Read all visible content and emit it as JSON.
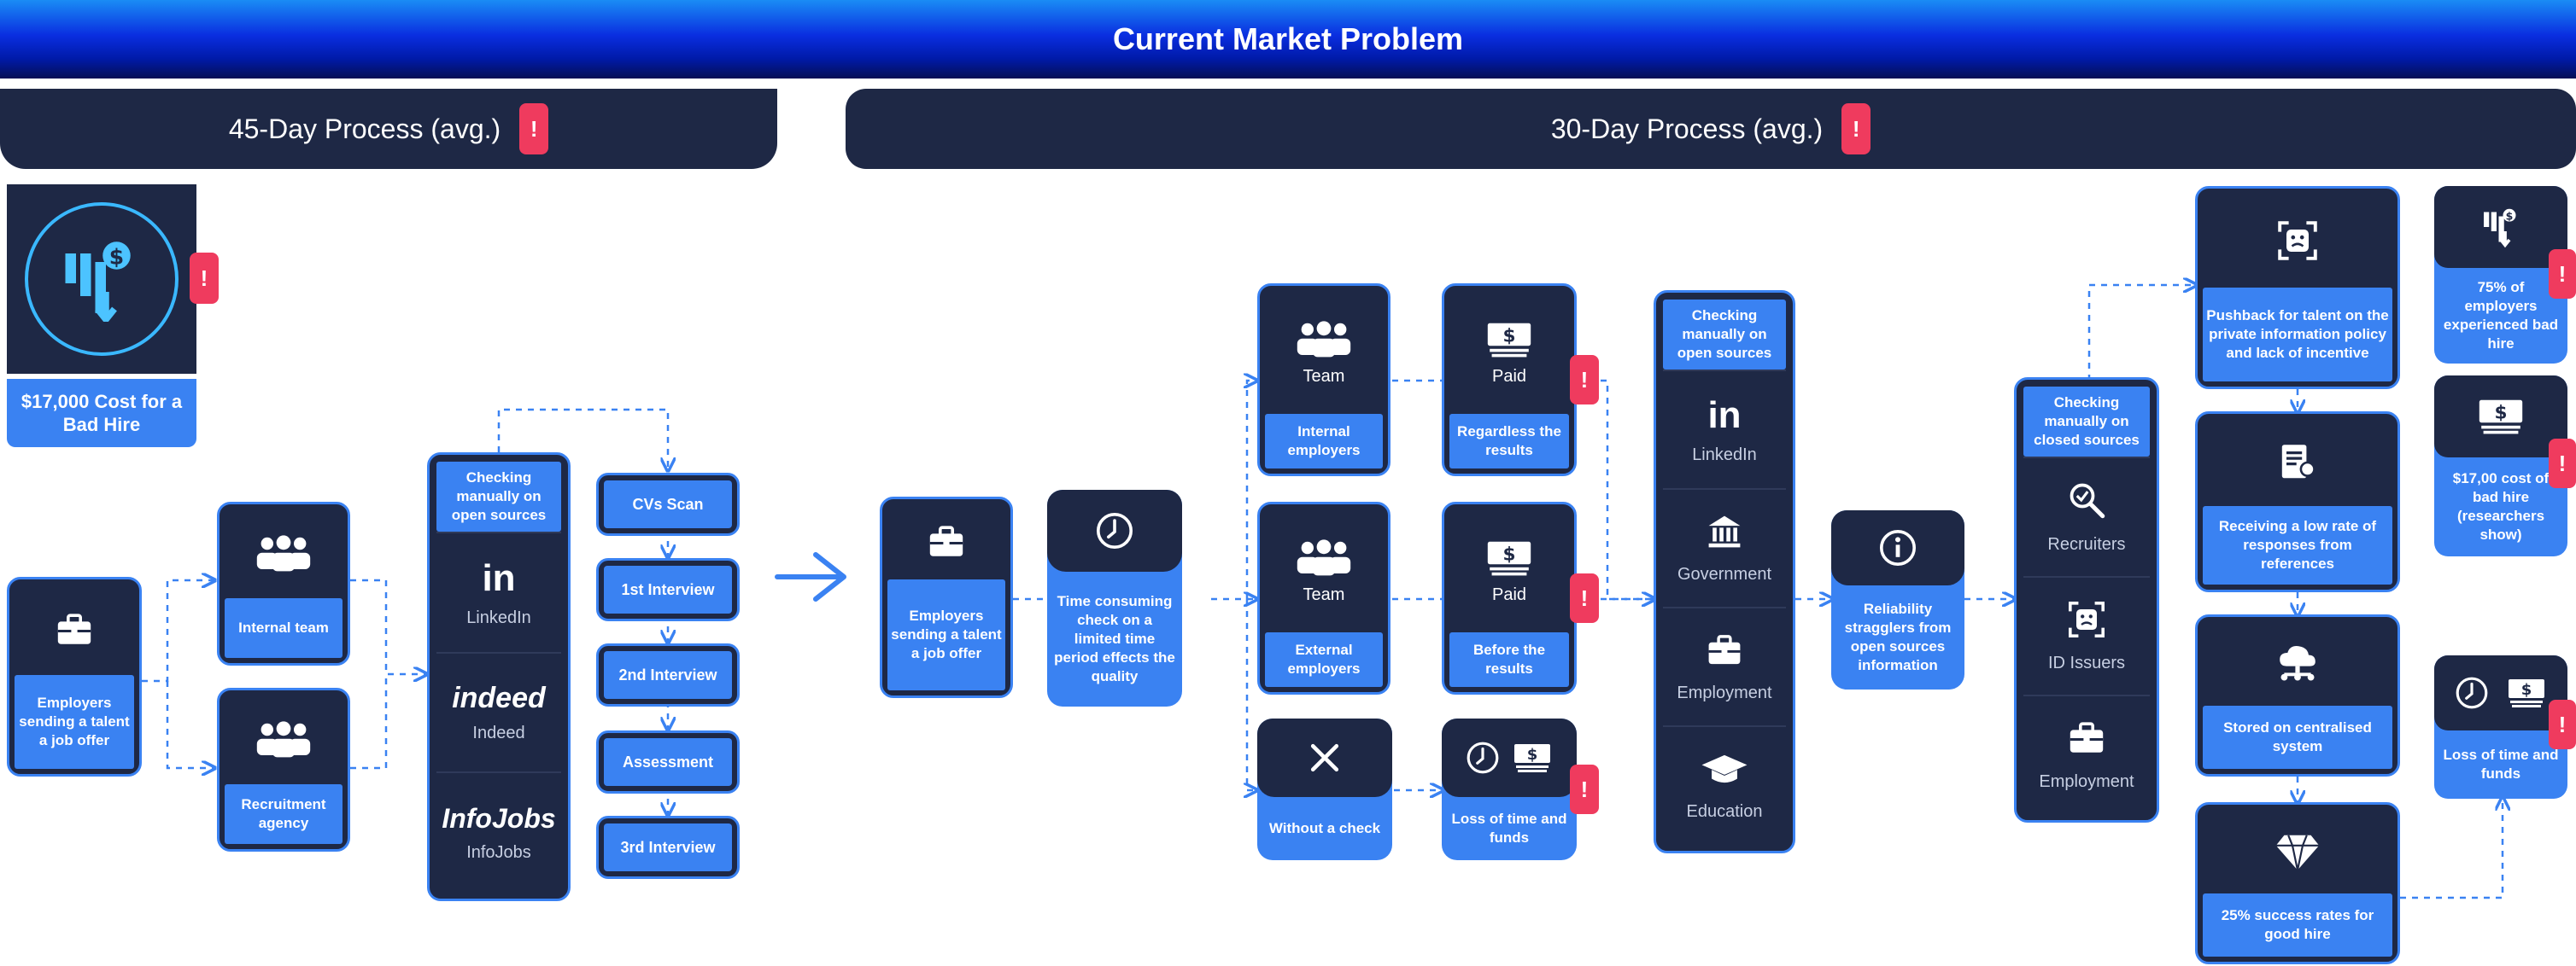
{
  "banner": {
    "title": "Current Market Problem"
  },
  "phases": {
    "left": "45-Day Process (avg.)",
    "right": "30-Day Process (avg.)",
    "alert": "!"
  },
  "cost_card": {
    "label": "$17,000 Cost for a Bad Hire"
  },
  "left_flow": {
    "employers": "Employers sending a talent a job offer",
    "internal_team": "Internal team",
    "recruitment_agency": "Recruitment agency",
    "manual_check": {
      "head": "Checking manually on open sources",
      "items": [
        {
          "logo": "in",
          "name": "LinkedIn"
        },
        {
          "logo": "indeed",
          "name": "Indeed"
        },
        {
          "logo": "InfoJobs",
          "name": "InfoJobs"
        }
      ]
    },
    "steps": [
      "CVs Scan",
      "1st Interview",
      "2nd Interview",
      "Assessment",
      "3rd Interview"
    ]
  },
  "right_flow": {
    "employers": "Employers sending a talent a job offer",
    "time_check": "Time consuming check on a limited time period effects the quality",
    "team_internal": {
      "title": "Team",
      "label": "Internal employers"
    },
    "team_external": {
      "title": "Team",
      "label": "External employers"
    },
    "without_check": "Without a check",
    "paid_regardless": {
      "title": "Paid",
      "label": "Regardless the results"
    },
    "paid_before": {
      "title": "Paid",
      "label": "Before the results"
    },
    "loss_time": "Loss of time and funds",
    "open_sources": {
      "head": "Checking manually on open sources",
      "items": [
        "LinkedIn",
        "Government",
        "Employment",
        "Education"
      ]
    },
    "reliability": "Reliability stragglers from open sources information",
    "closed_sources": {
      "head": "Checking manually on closed sources",
      "items": [
        "Recruiters",
        "ID Issuers",
        "Employment"
      ]
    },
    "outcomes": [
      "Pushback for talent on the private information policy and lack of incentive",
      "Receiving a low rate of responses from references",
      "Stored on centralised system",
      "25% success rates for good hire"
    ]
  },
  "stats": [
    "75% of employers experienced bad hire",
    "$17,00 cost of bad hire (researchers show)",
    "Loss of time and funds"
  ],
  "icons": [
    "briefcase-icon",
    "team-icon",
    "clock-icon",
    "money-icon",
    "cross-icon",
    "info-icon",
    "government-icon",
    "education-icon",
    "magnifier-icon",
    "id-face-icon",
    "cloud-storage-icon",
    "certificate-icon",
    "diamond-icon",
    "chart-down-icon"
  ],
  "colors": {
    "navy": "#1e2845",
    "blue": "#3a82f2",
    "alert": "#ef3b5e"
  }
}
